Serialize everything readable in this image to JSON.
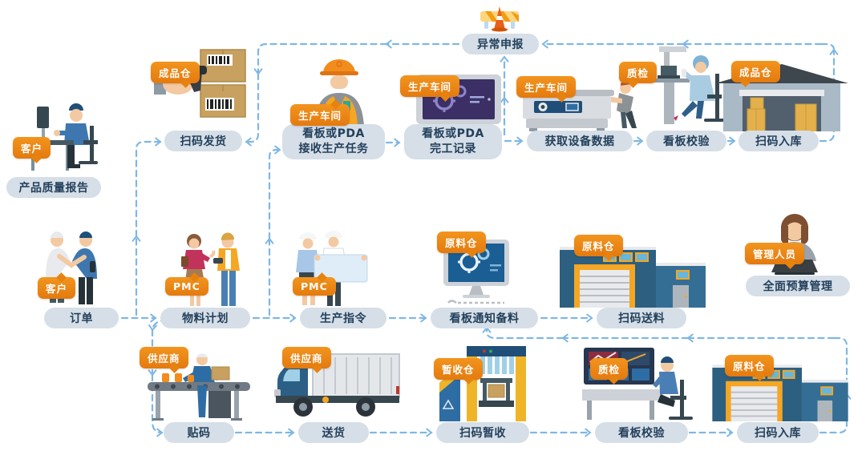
{
  "colors": {
    "tag_background": "#EE8312",
    "tag_text": "#FFFFFF",
    "pill_background": "#D6DFE7",
    "pill_text": "#23405C",
    "arrow": "#7FB7E4",
    "background": "#FFFFFF"
  },
  "nodes": {
    "exception": {
      "label": "异常申报",
      "icon": "barrier-icon"
    },
    "quality_report": {
      "tag": "客户",
      "label": "产品质量报告",
      "icon": "customer-desk-icon"
    },
    "scan_ship": {
      "tag": "成品仓",
      "label": "扫码发货",
      "icon": "barcode-scanner-icon"
    },
    "receive_task": {
      "tag": "生产车间",
      "label1": "看板或PDA",
      "label2": "接收生产任务",
      "icon": "worker-icon"
    },
    "completion": {
      "tag": "生产车间",
      "label1": "看板或PDA",
      "label2": "完工记录",
      "icon": "tablet-gears-icon"
    },
    "device_data": {
      "tag": "生产车间",
      "label": "获取设备数据",
      "icon": "machine-icon"
    },
    "verify_top": {
      "tag": "质检",
      "label": "看板校验",
      "icon": "qc-desk-icon"
    },
    "inbound_top": {
      "tag": "成品仓",
      "label": "扫码入库",
      "icon": "warehouse-gray-icon"
    },
    "order": {
      "tag": "客户",
      "label": "订单",
      "icon": "handshake-icon"
    },
    "material_plan": {
      "tag": "PMC",
      "label": "物料计划",
      "icon": "pmc-discussion-icon"
    },
    "production_order": {
      "tag": "PMC",
      "label": "生产指令",
      "icon": "blueprint-icon"
    },
    "kanban_notify": {
      "tag": "原料仓",
      "label": "看板通知备料",
      "icon": "monitor-gears-icon"
    },
    "scan_feed": {
      "tag": "原料仓",
      "label": "扫码送料",
      "icon": "warehouse-blue-icon"
    },
    "budget": {
      "tag": "管理人员",
      "label": "全面预算管理",
      "icon": "manager-laptop-icon"
    },
    "labeling": {
      "tag": "供应商",
      "label": "贴码",
      "icon": "conveyor-icon"
    },
    "delivery": {
      "tag": "供应商",
      "label": "送货",
      "icon": "truck-icon"
    },
    "scan_temp": {
      "tag": "暂收仓",
      "label": "扫码暂收",
      "icon": "gantry-machine-icon"
    },
    "verify_bottom": {
      "tag": "质检",
      "label": "看板校验",
      "icon": "control-station-icon"
    },
    "inbound_bottom": {
      "tag": "原料仓",
      "label": "扫码入库",
      "icon": "warehouse-blue-icon"
    }
  }
}
